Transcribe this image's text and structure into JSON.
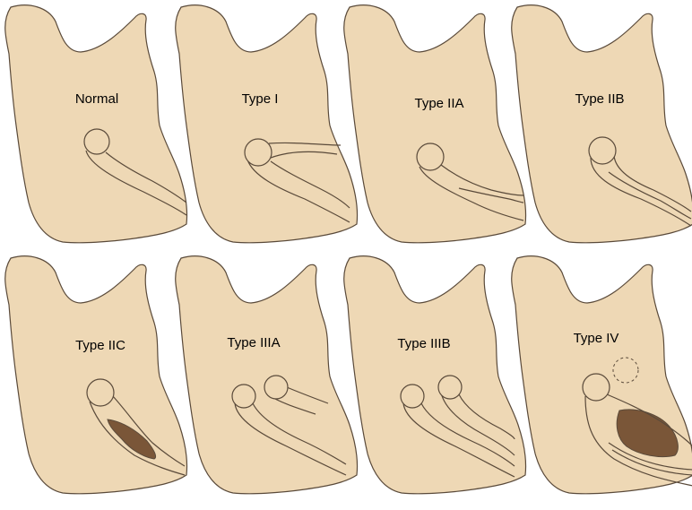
{
  "colors": {
    "bone": "#EED8B5",
    "outline": "#5A4A3A",
    "cavity": "#7A5638",
    "background": "#FFFFFF"
  },
  "panels": [
    {
      "label": "Normal",
      "variant": "normal"
    },
    {
      "label": "Type I",
      "variant": "type1"
    },
    {
      "label": "Type IIA",
      "variant": "type2a"
    },
    {
      "label": "Type IIB",
      "variant": "type2b"
    },
    {
      "label": "Type IIC",
      "variant": "type2c"
    },
    {
      "label": "Type IIIA",
      "variant": "type3a"
    },
    {
      "label": "Type IIIB",
      "variant": "type3b"
    },
    {
      "label": "Type IV",
      "variant": "type4"
    }
  ]
}
